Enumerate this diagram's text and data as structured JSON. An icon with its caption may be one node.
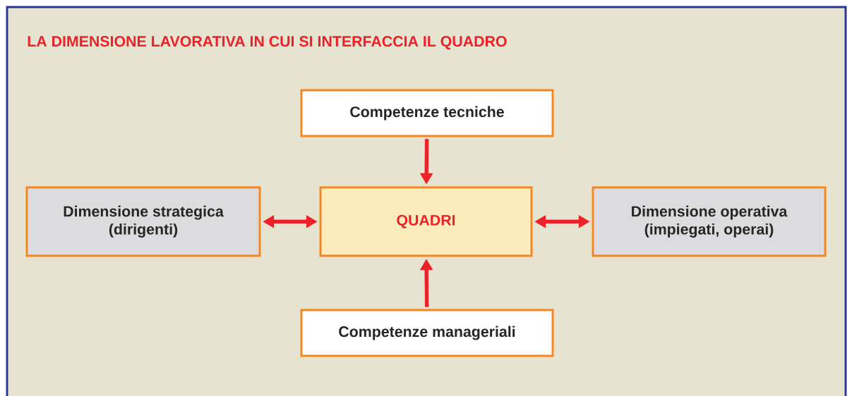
{
  "diagram": {
    "title": "LA DIMENSIONE LAVORATIVA IN CUI SI INTERFACCIA IL QUADRO",
    "nodes": [
      {
        "text": [
          "Competenze tecniche"
        ]
      },
      {
        "text": [
          "Dimensione strategica (dirigenti)"
        ]
      },
      {
        "text": [
          "QUADRI"
        ]
      },
      {
        "text": [
          "Dimensione operativa (impiegati, operai)"
        ]
      },
      {
        "text": [
          "Competenze manageriali"
        ]
      }
    ],
    "edges": [
      {
        "from": 0,
        "to": 2,
        "arrow": "to"
      },
      {
        "from": 1,
        "to": 2,
        "arrow": "both"
      },
      {
        "from": 2,
        "to": 3,
        "arrow": "both"
      },
      {
        "from": 4,
        "to": 2,
        "arrow": "to"
      }
    ]
  }
}
